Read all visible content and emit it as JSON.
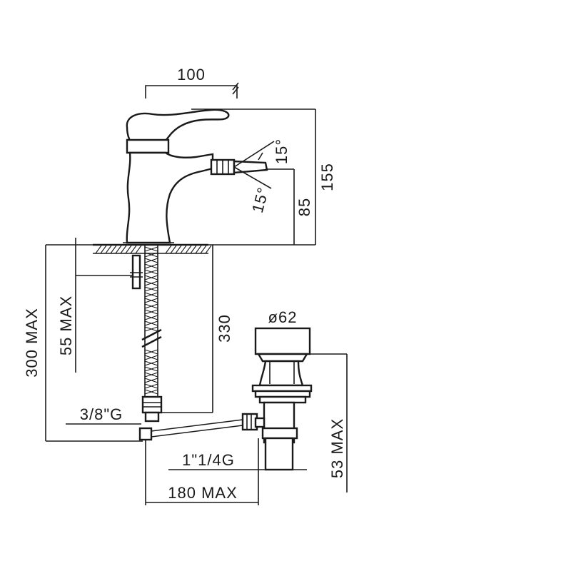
{
  "dimensions": {
    "width_top": "100",
    "height_total": "155",
    "spout_height": "85",
    "angle_upper": "15°",
    "angle_lower": "15°",
    "supply_max": "300 MAX",
    "thread_max": "55 MAX",
    "hose_length": "330",
    "hose_thread": "3/8\"G",
    "waste_diameter": "ø62",
    "waste_thread": "1\"1/4G",
    "lever_reach": "180 MAX",
    "waste_depth": "53 MAX"
  }
}
